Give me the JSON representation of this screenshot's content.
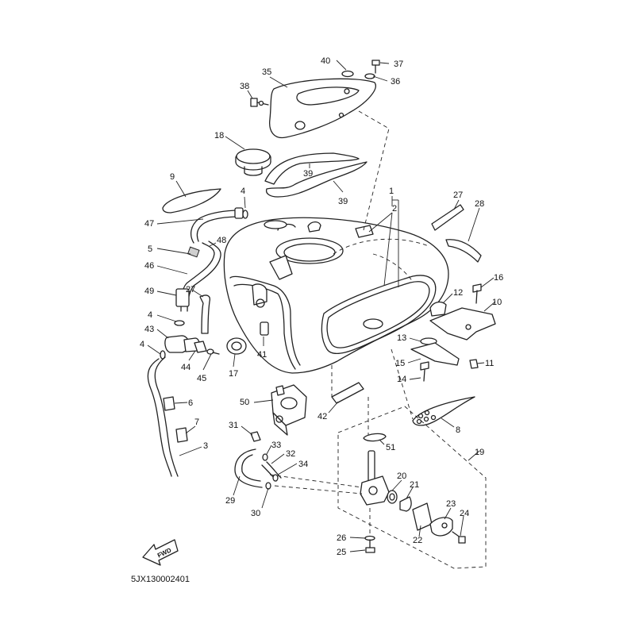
{
  "diagram_code": "5JX130002401",
  "fwd_label": "FWD",
  "callouts": {
    "c1": "1",
    "c2": "2",
    "c3": "3",
    "c4a": "4",
    "c4b": "4",
    "c4c": "4",
    "c5": "5",
    "c6": "6",
    "c7": "7",
    "c8": "8",
    "c9": "9",
    "c10": "10",
    "c11": "11",
    "c12": "12",
    "c13": "13",
    "c14": "14",
    "c15": "15",
    "c16": "16",
    "c17": "17",
    "c18": "18",
    "c19": "19",
    "c20": "20",
    "c21": "21",
    "c22": "22",
    "c23": "23",
    "c24": "24",
    "c25": "25",
    "c26": "26",
    "c27a": "27",
    "c27b": "27",
    "c28": "28",
    "c29": "29",
    "c30": "30",
    "c31": "31",
    "c32": "32",
    "c33": "33",
    "c34": "34",
    "c35": "35",
    "c36": "36",
    "c37": "37",
    "c38": "38",
    "c39a": "39",
    "c39b": "39",
    "c40": "40",
    "c41": "41",
    "c42": "42",
    "c43": "43",
    "c44": "44",
    "c45": "45",
    "c46": "46",
    "c47": "47",
    "c48": "48",
    "c49": "49",
    "c50": "50",
    "c51": "51"
  }
}
